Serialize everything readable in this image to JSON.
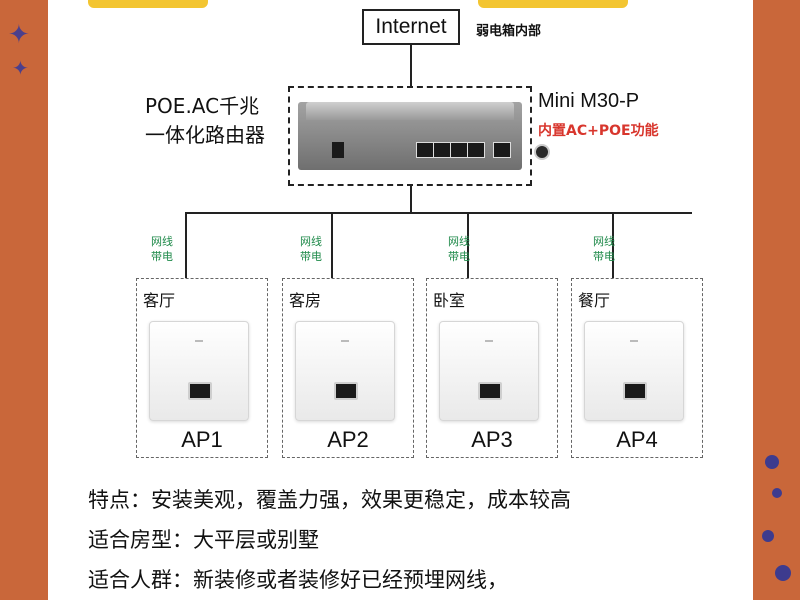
{
  "internet": {
    "label": "Internet",
    "location_note": "弱电箱内部"
  },
  "router": {
    "left_label_line1": "POE.AC千兆",
    "left_label_line2": "一体化路由器",
    "model": "Mini M30-P",
    "feature": "内置AC+POE功能"
  },
  "cable_label": {
    "line1": "网线",
    "line2": "带电"
  },
  "access_points": [
    {
      "room": "客厅",
      "name": "AP1"
    },
    {
      "room": "客房",
      "name": "AP2"
    },
    {
      "room": "卧室",
      "name": "AP3"
    },
    {
      "room": "餐厅",
      "name": "AP4"
    }
  ],
  "description": {
    "features": "特点：安装美观，覆盖力强，效果更稳定，成本较高",
    "house_type": "适合房型：大平层或别墅",
    "audience": "适合人群：新装修或者装修好已经预埋网线，"
  },
  "colors": {
    "frame": "#c9673a",
    "highlight_red": "#d8362d",
    "cable_green": "#1f8a4a",
    "deco_purple": "#3d3b8e"
  }
}
